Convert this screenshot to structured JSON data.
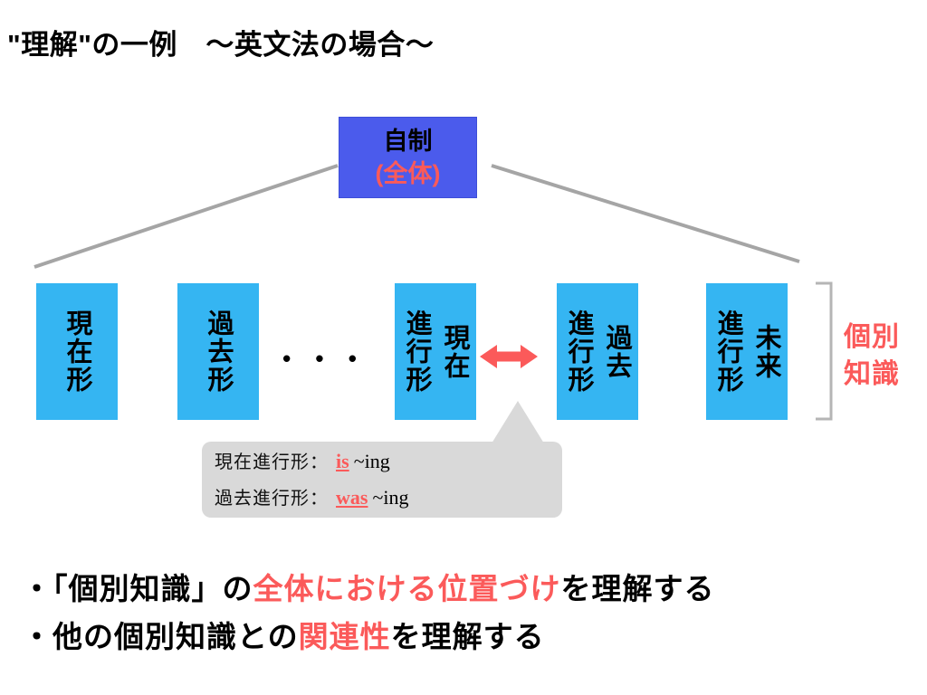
{
  "title": "\"理解\"の一例　〜英文法の場合〜",
  "colors": {
    "box_blue": "#4b5bec",
    "box_cyan": "#35b5f2",
    "accent_red": "#fb5a5a",
    "line_gray": "#a5a5a5",
    "callout_gray": "#d9d9d9",
    "bracket_gray": "#b5b5b5"
  },
  "tree": {
    "root": {
      "line1": "自制",
      "line2": "(全体)"
    },
    "children": [
      {
        "label": "現在形"
      },
      {
        "label": "過去形"
      },
      {
        "label": "現在\n進行形"
      },
      {
        "label": "過去\n進行形"
      },
      {
        "label": "未来\n進行形"
      }
    ],
    "ellipsis": "• • •"
  },
  "bracket_label": "個別\n知識",
  "callout": {
    "lines": [
      {
        "jp": "現在進行形：",
        "en_red": "is",
        "en_rest": "~ing"
      },
      {
        "jp": "過去進行形：",
        "en_red": "was",
        "en_rest": "~ing"
      }
    ]
  },
  "bullets": [
    {
      "pre": "・「個別知識」の",
      "red": "全体における位置づけ",
      "post": "を理解する"
    },
    {
      "pre": "・他の個別知識との",
      "red": "関連性",
      "post": "を理解する"
    }
  ]
}
